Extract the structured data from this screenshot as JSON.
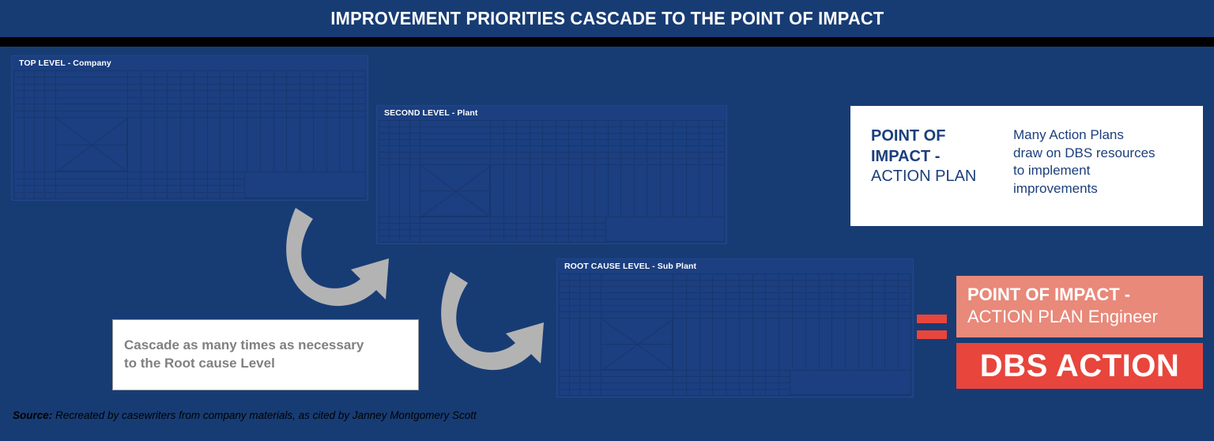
{
  "slide": {
    "title": "IMPROVEMENT PRIORITIES CASCADE TO THE POINT OF IMPACT",
    "background_color": "#173C74",
    "rule_color": "#000000"
  },
  "panels": [
    {
      "id": "top-level",
      "title": "TOP LEVEL - Company"
    },
    {
      "id": "second-level",
      "title": "SECOND LEVEL - Plant"
    },
    {
      "id": "root-cause-level",
      "title": "ROOT CAUSE LEVEL - Sub Plant"
    }
  ],
  "arrows": [
    {
      "id": "cascade-arrow-1",
      "name": "curved-arrow-icon"
    },
    {
      "id": "cascade-arrow-2",
      "name": "curved-arrow-icon"
    }
  ],
  "note": {
    "line1": "Cascade as many times as necessary",
    "line2": "to the Root cause Level",
    "text_color": "#808080"
  },
  "point_of_impact_card": {
    "heading_strong_line1": "POINT OF",
    "heading_strong_line2": "IMPACT -",
    "heading_light": "ACTION PLAN",
    "body_line1": "Many Action Plans",
    "body_line2": "draw on DBS resources",
    "body_line3": "to implement",
    "body_line4": "improvements",
    "text_color": "#1C3F7C"
  },
  "equation": {
    "operator": "equals-sign",
    "operator_color": "#E8453C",
    "salmon_box": {
      "strong": "POINT OF IMPACT -",
      "light": "ACTION PLAN Engineer",
      "background_color": "#E8897A"
    },
    "red_box": {
      "label": "DBS ACTION",
      "background_color": "#E8453C"
    }
  },
  "source": {
    "label": "Source:",
    "text": " Recreated by casewriters from company materials, as cited by Janney Montgomery Scott"
  }
}
